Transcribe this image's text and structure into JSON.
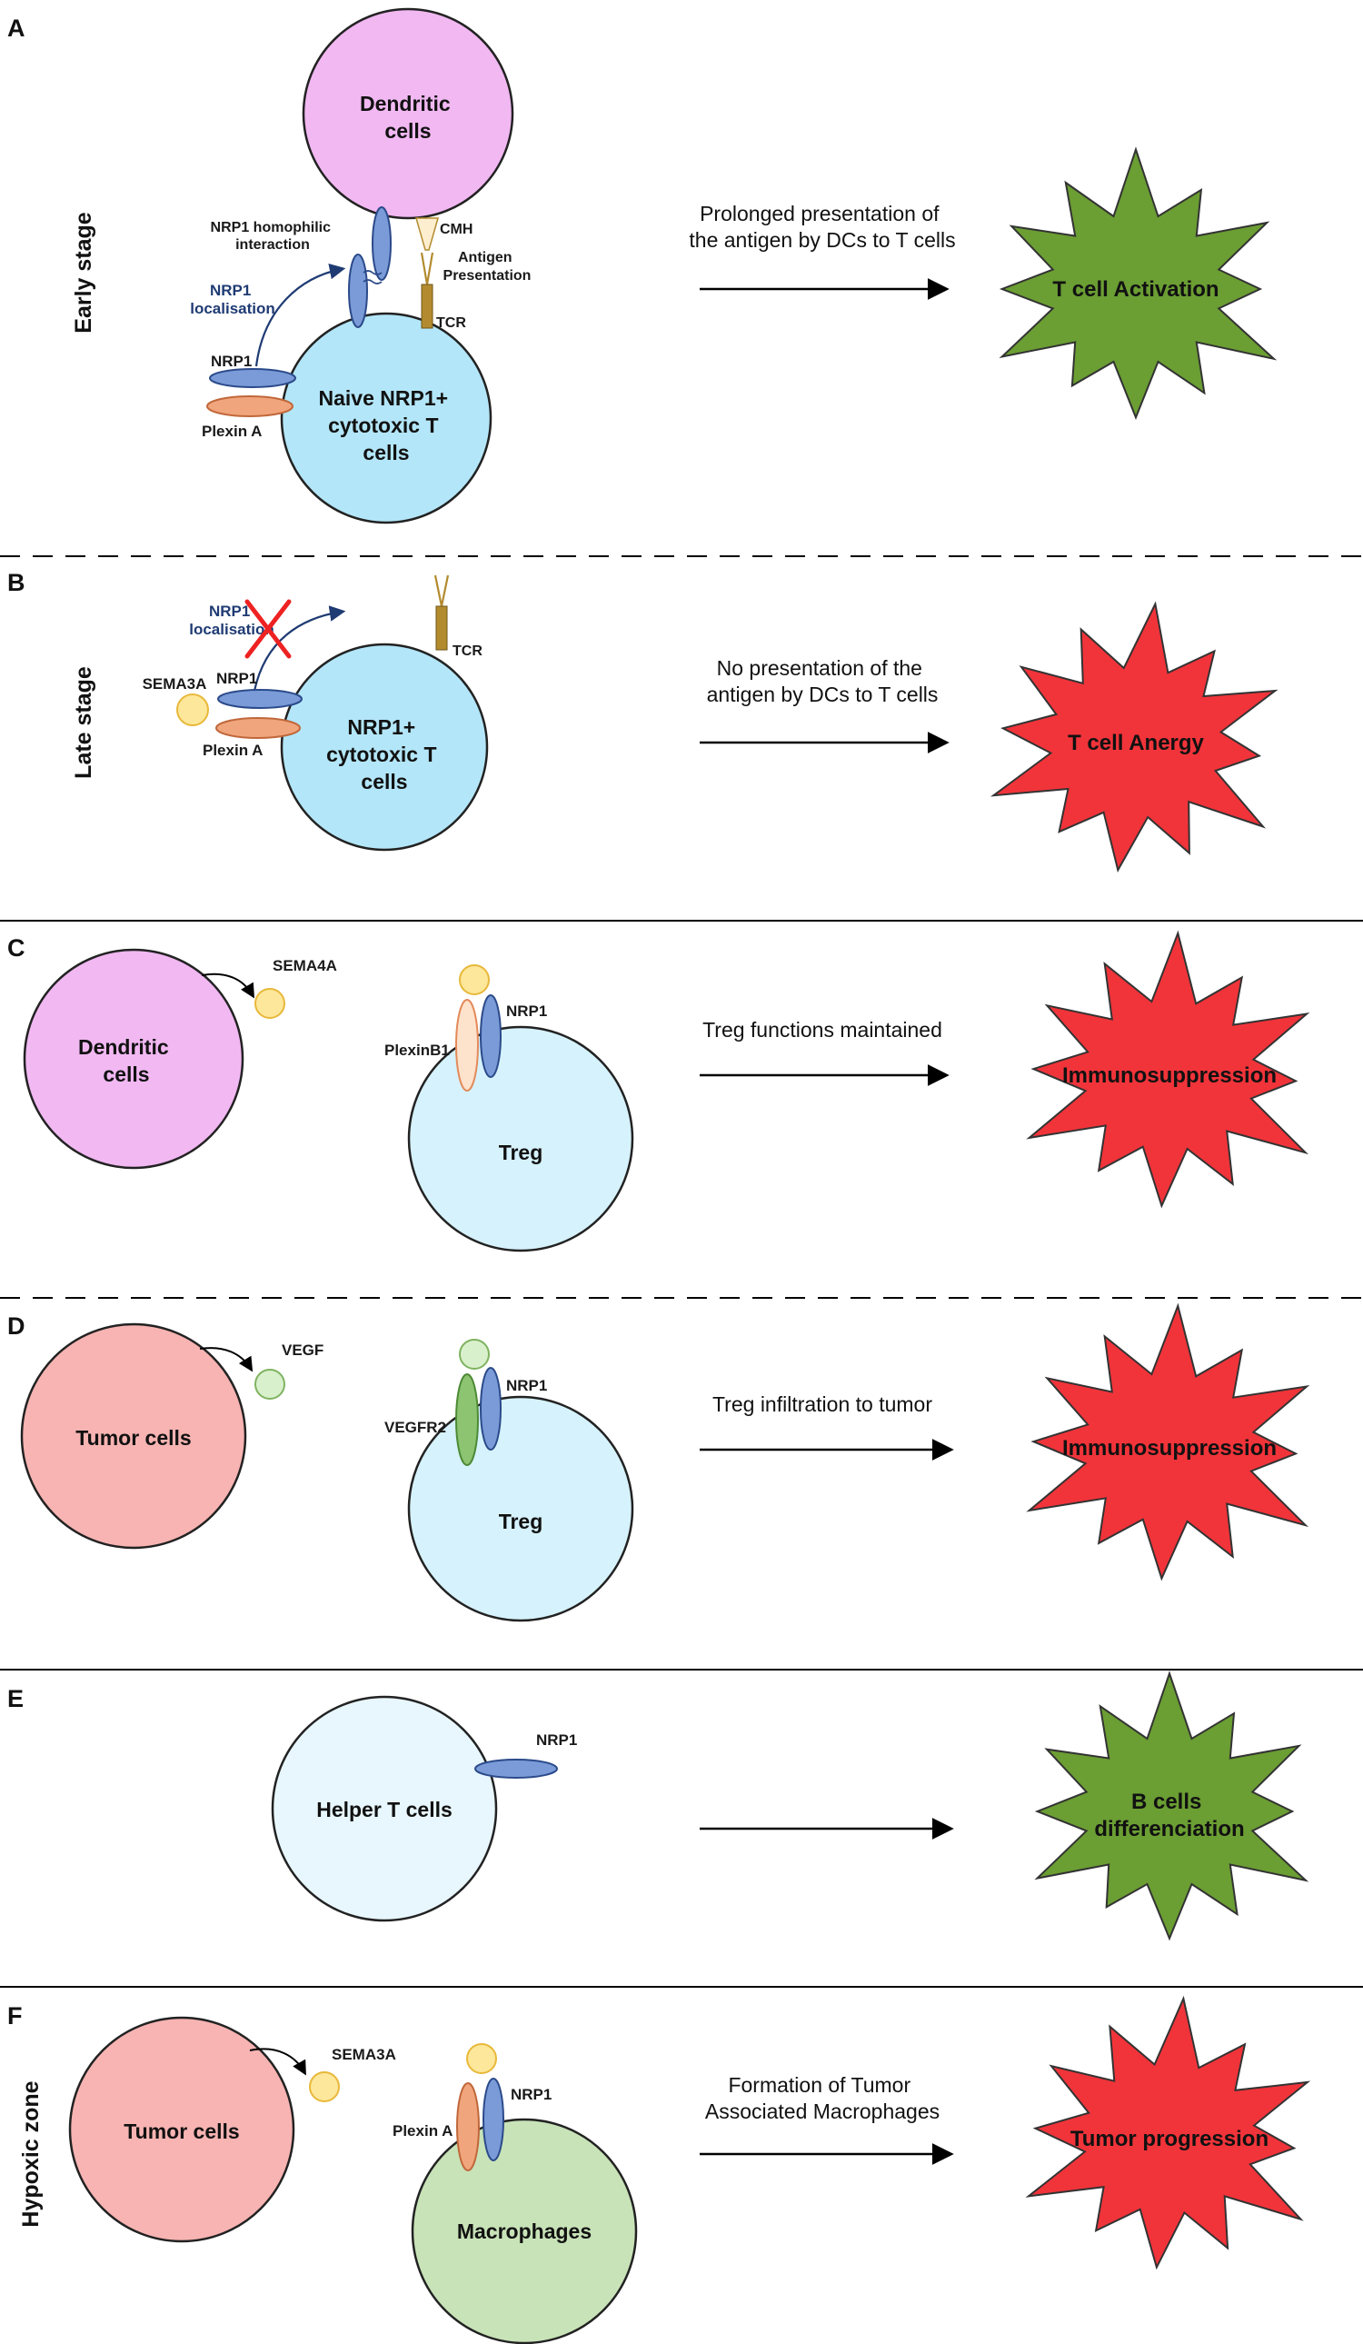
{
  "panels": {
    "A": {
      "letter": "A",
      "stage": "Early stage",
      "dendritic_cells": [
        "Dendritic",
        "cells"
      ],
      "t_cell": [
        "Naive NRP1+",
        "cytotoxic T",
        "cells"
      ],
      "nrp1_homophilic": [
        "NRP1 homophilic",
        "interaction"
      ],
      "nrp1_localisation": [
        "NRP1",
        "localisation"
      ],
      "nrp1": "NRP1",
      "plexin": "Plexin A",
      "cmh": "CMH",
      "antigen_presentation": [
        "Antigen",
        "Presentation"
      ],
      "tcr": "TCR",
      "description": [
        "Prolonged presentation of",
        "the antigen by DCs to T cells"
      ],
      "outcome": "T cell Activation"
    },
    "B": {
      "letter": "B",
      "stage": "Late stage",
      "nrp1_localisation": [
        "NRP1",
        "localisation"
      ],
      "sema": "SEMA3A",
      "nrp1": "NRP1",
      "plexin": "Plexin A",
      "tcr": "TCR",
      "t_cell": [
        "NRP1+",
        "cytotoxic T",
        "cells"
      ],
      "description": [
        "No presentation of the",
        "antigen by DCs to T cells"
      ],
      "outcome": "T cell Anergy"
    },
    "C": {
      "letter": "C",
      "dendritic_cells": [
        "Dendritic",
        "cells"
      ],
      "sema": "SEMA4A",
      "plexin": "PlexinB1",
      "nrp1": "NRP1",
      "treg": "Treg",
      "description": "Treg functions maintained",
      "outcome": "Immunosuppression"
    },
    "D": {
      "letter": "D",
      "tumor_cells": "Tumor cells",
      "vegf": "VEGF",
      "vegfr2": "VEGFR2",
      "nrp1": "NRP1",
      "treg": "Treg",
      "description": "Treg infiltration to tumor",
      "outcome": "Immunosuppression"
    },
    "E": {
      "letter": "E",
      "helper_t_cells": "Helper T cells",
      "nrp1": "NRP1",
      "outcome": [
        "B cells",
        "differenciation"
      ]
    },
    "F": {
      "letter": "F",
      "stage": "Hypoxic zone",
      "tumor_cells": "Tumor cells",
      "sema": "SEMA3A",
      "plexin": "Plexin A",
      "nrp1": "NRP1",
      "macrophages": "Macrophages",
      "description": [
        "Formation of Tumor",
        "Associated Macrophages"
      ],
      "outcome": "Tumor progression"
    }
  },
  "colors": {
    "dendritic": "#f1b8f2",
    "naive_t": "#b3e6f8",
    "treg": "#d6f2fc",
    "tumor": "#f7b4b2",
    "helper": "#e8f7fe",
    "macrophage": "#c8e3b8",
    "nrp1": "#7a9bd8",
    "plexin": "#f1a57c",
    "sema": "#fde79a",
    "vegf": "#d9f0cc",
    "vegfr2": "#8cc472",
    "tcr": "#b38b2e",
    "activation": "#6b9e33",
    "suppression": "#f1343a"
  }
}
